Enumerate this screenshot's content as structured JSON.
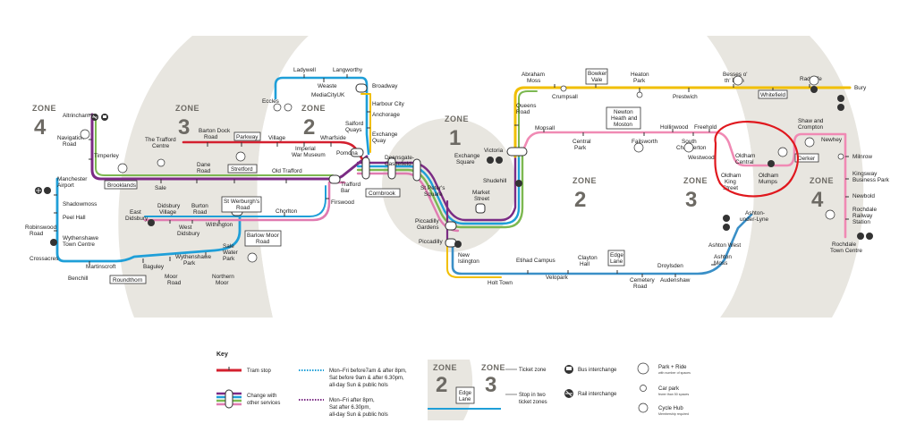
{
  "zones": {
    "zone_word": "ZONE",
    "z1": "1",
    "z2_left": "2",
    "z3_left": "3",
    "z4_left": "4",
    "z2_right": "2",
    "z3_right": "3",
    "z4_right": "4"
  },
  "stations": {
    "altrincham": "Altrincham",
    "navigation_road": [
      "Navigation",
      "Road"
    ],
    "timperley": "Timperley",
    "brooklands": "Brooklands",
    "sale": "Sale",
    "dane_road": [
      "Dane",
      "Road"
    ],
    "stretford": "Stretford",
    "old_trafford": "Old Trafford",
    "trafford_bar": [
      "Trafford",
      "Bar"
    ],
    "pomona": "Pomona",
    "the_trafford_centre": [
      "The Trafford",
      "Centre"
    ],
    "barton_dock_road": [
      "Barton Dock",
      "Road"
    ],
    "parkway": "Parkway",
    "village": "Village",
    "imperial_war_museum": [
      "Imperial",
      "War Museum"
    ],
    "wharfside": "Wharfside",
    "eccles": "Eccles",
    "ladywell": "Ladywell",
    "weaste": "Weaste",
    "langworthy": "Langworthy",
    "broadway": "Broadway",
    "mediacityuk": "MediaCityUK",
    "harbour_city": "Harbour City",
    "anchorage": "Anchorage",
    "salford_quays": [
      "Salford",
      "Quays"
    ],
    "exchange_quay": [
      "Exchange",
      "Quay"
    ],
    "cornbrook": "Cornbrook",
    "deansgate": [
      "Deansgate-",
      "Castlefield"
    ],
    "st_peters": [
      "St Peter's",
      "Square"
    ],
    "exchange_square": [
      "Exchange",
      "Square"
    ],
    "victoria": "Victoria",
    "shudehill": "Shudehill",
    "market_street": [
      "Market",
      "Street"
    ],
    "piccadilly_gardens": [
      "Piccadilly",
      "Gardens"
    ],
    "piccadilly": "Piccadilly",
    "new_islington": [
      "New",
      "Islington"
    ],
    "etihad_campus": "Etihad Campus",
    "holt_town": "Holt Town",
    "velopark": "Velopark",
    "clayton_hall": [
      "Clayton",
      "Hall"
    ],
    "edge_lane": [
      "Edge",
      "Lane"
    ],
    "cemetery_road": [
      "Cemetery",
      "Road"
    ],
    "droylsden": "Droylsden",
    "audenshaw": "Audenshaw",
    "ashton_moss": [
      "Ashton",
      "Moss"
    ],
    "ashton_west": "Ashton West",
    "ashton_under_lyne": [
      "Ashton-",
      "under-Lyne"
    ],
    "queens_road": [
      "Queens",
      "Road"
    ],
    "abraham_moss": [
      "Abraham",
      "Moss"
    ],
    "crumpsall": "Crumpsall",
    "bowker_vale": [
      "Bowker",
      "Vale"
    ],
    "heaton_park": [
      "Heaton",
      "Park"
    ],
    "prestwich": "Prestwich",
    "besses": [
      "Besses o'",
      "th' Barn"
    ],
    "whitefield": "Whitefield",
    "radcliffe": "Radcliffe",
    "bury": "Bury",
    "monsall": "Monsall",
    "central_park": [
      "Central",
      "Park"
    ],
    "newton_heath": [
      "Newton",
      "Heath and",
      "Moston"
    ],
    "failsworth": "Failsworth",
    "hollinwood": "Hollinwood",
    "south_chadderton": [
      "South",
      "Chadderton"
    ],
    "freehold": "Freehold",
    "westwood": "Westwood",
    "oldham_central": [
      "Oldham",
      "Central"
    ],
    "oldham_king_street": [
      "Oldham",
      "King",
      "Street"
    ],
    "oldham_mumps": [
      "Oldham",
      "Mumps"
    ],
    "derker": "Derker",
    "shaw_crompton": [
      "Shaw and",
      "Crompton"
    ],
    "newhey": "Newhey",
    "milnrow": "Milnrow",
    "kingsway": [
      "Kingsway",
      "Business Park"
    ],
    "newbold": "Newbold",
    "rochdale_railway": [
      "Rochdale",
      "Railway",
      "Station"
    ],
    "rochdale_town": [
      "Rochdale",
      "Town Centre"
    ],
    "manchester_airport": [
      "Manchester",
      "Airport"
    ],
    "shadowmoss": "Shadowmoss",
    "peel_hall": "Peel Hall",
    "robinswood_road": [
      "Robinswood",
      "Road"
    ],
    "wythenshawe_town": [
      "Wythenshawe",
      "Town Centre"
    ],
    "crossacres": "Crossacres",
    "benchill": "Benchill",
    "martinscroft": "Martinscroft",
    "roundthorn": "Roundthorn",
    "baguley": "Baguley",
    "moor_road": [
      "Moor",
      "Road"
    ],
    "wythenshawe_park": [
      "Wythenshawe",
      "Park"
    ],
    "northern_moor": [
      "Northern",
      "Moor"
    ],
    "sale_water_park": [
      "Sale",
      "Water",
      "Park"
    ],
    "east_didsbury": [
      "East",
      "Didsbury"
    ],
    "didsbury_village": [
      "Didsbury",
      "Village"
    ],
    "west_didsbury": [
      "West",
      "Didsbury"
    ],
    "burton_road": [
      "Burton",
      "Road"
    ],
    "withington": "Withington",
    "st_werburghs": [
      "St Werburgh's",
      "Road"
    ],
    "chorlton": "Chorlton",
    "barlow_moor": [
      "Barlow Moor",
      "Road"
    ],
    "firswood": "Firswood"
  },
  "key": {
    "title": "Key",
    "tram_stop": "Tram stop",
    "change": [
      "Change with",
      "other services"
    ],
    "dotted_blue": [
      "Mon–Fri before7am & after 8pm,",
      "Sat before 9am & after 6.30pm,",
      "all-day Sun & public hols"
    ],
    "dotted_purple": [
      "Mon–Fri after 8pm,",
      "Sat after 6.30pm,",
      "all-day Sun & public hols"
    ],
    "zone_word": "ZONE",
    "zone_a": "2",
    "zone_b": "3",
    "ticket_zone": "Ticket zone",
    "edge_lane": [
      "Edge",
      "Lane"
    ],
    "two_zones": [
      "Stop in two",
      "ticket zones"
    ],
    "bus": "Bus interchange",
    "rail": "Rail interchange",
    "park_ride": "Park + Ride",
    "park_ride_sub": "with number of spaces",
    "car_park": "Car park",
    "car_park_sub": "fewer than 50 spaces",
    "cycle": "Cycle Hub",
    "cycle_sub": "Membership required"
  },
  "colors": {
    "altrincham_line": "#7b2b84",
    "bury_line": "#f1bf00",
    "eccles_line": "#1f9fd8",
    "airport_line": "#1f9fd8",
    "rochdale_line": "#f08ab4",
    "east_didsbury_line": "#e07bb1",
    "trafford_line": "#d4202f",
    "ashton_line": "#3a8fc7",
    "oldham_green": "#7cb850",
    "zone_band": "#e8e6e0",
    "annotation": "#e0181e"
  }
}
